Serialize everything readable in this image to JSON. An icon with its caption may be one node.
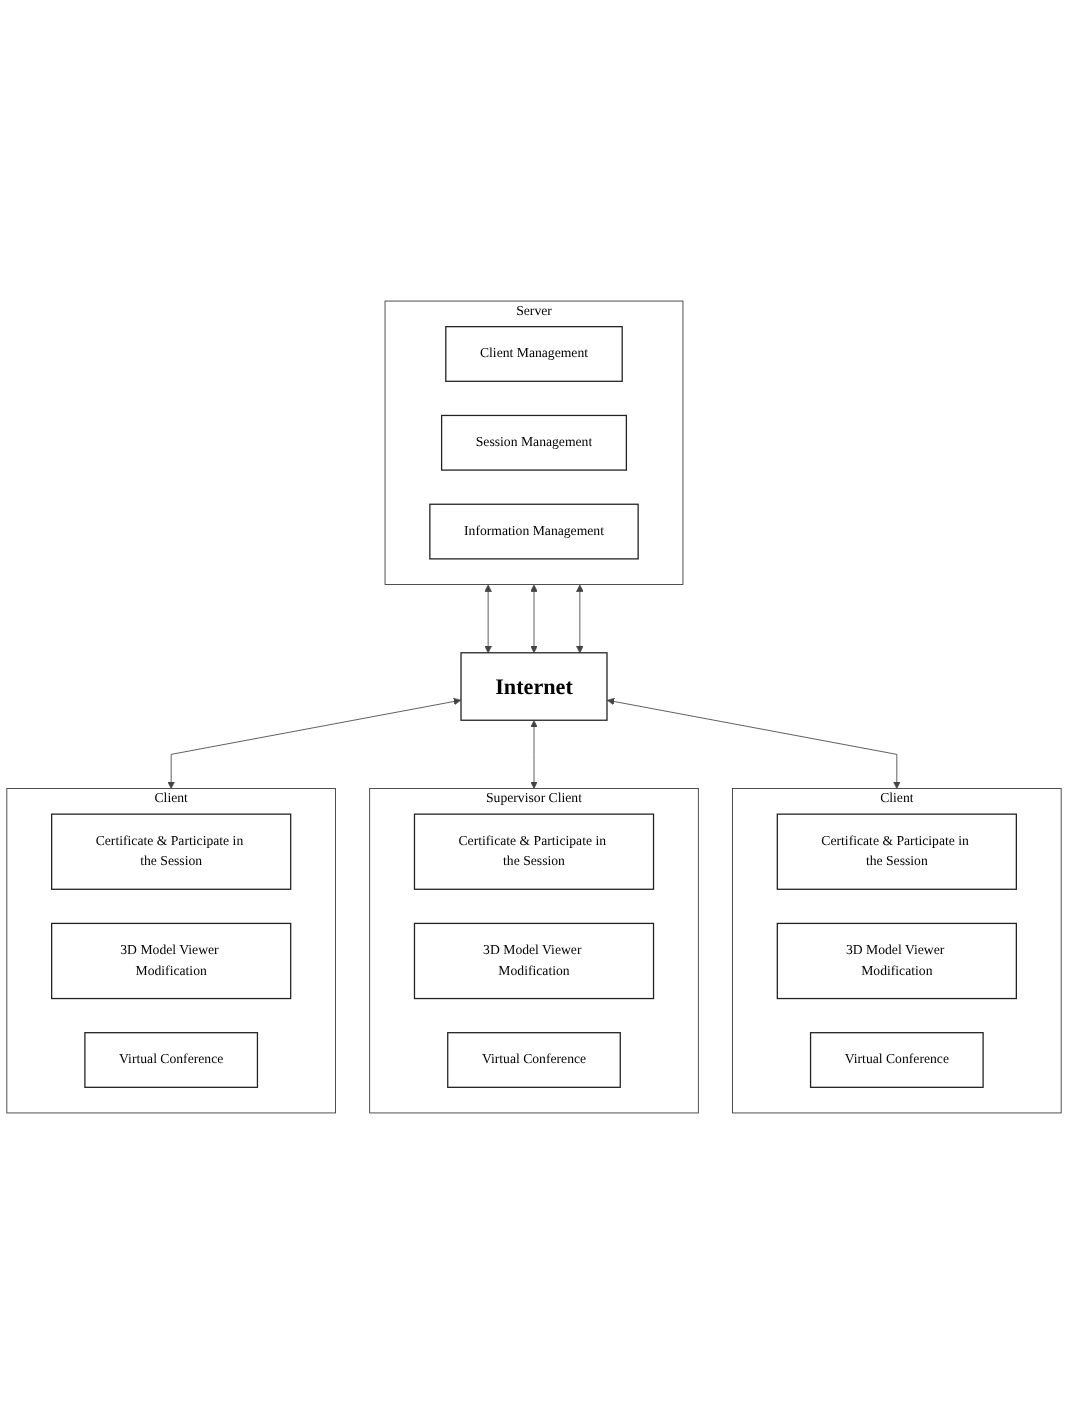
{
  "diagram": {
    "nodes": [
      {
        "text": [
          "Server"
        ]
      },
      {
        "text": [
          "Client Management"
        ],
        "in": 0
      },
      {
        "text": [
          "Session Management"
        ],
        "in": 0
      },
      {
        "text": [
          "Information Management"
        ],
        "in": 0
      },
      {
        "text": [
          "Internet"
        ]
      },
      {
        "text": [
          "Client"
        ]
      },
      {
        "text": [
          "Certificate & Participate in the Session"
        ],
        "in": 5
      },
      {
        "text": [
          "3D Model Viewer Modification"
        ],
        "in": 5
      },
      {
        "text": [
          "Virtual Conference"
        ],
        "in": 5
      },
      {
        "text": [
          "Supervisor Client"
        ]
      },
      {
        "text": [
          "Certificate & Participate in the Session"
        ],
        "in": 9
      },
      {
        "text": [
          "3D Model Viewer Modification"
        ],
        "in": 9
      },
      {
        "text": [
          "Virtual Conference"
        ],
        "in": 9
      },
      {
        "text": [
          "Client"
        ]
      },
      {
        "text": [
          "Certificate & Participate in the Session"
        ],
        "in": 13
      },
      {
        "text": [
          "3D Model Viewer Modification"
        ],
        "in": 13
      },
      {
        "text": [
          "Virtual Conference"
        ],
        "in": 13
      }
    ],
    "edges": [
      {
        "from": 0,
        "to": 4,
        "arrow": "both"
      },
      {
        "from": 4,
        "to": 13,
        "arrow": "both"
      },
      {
        "from": 0,
        "to": 4,
        "arrow": "both"
      },
      {
        "from": 4,
        "to": 9,
        "arrow": "both"
      },
      {
        "from": 0,
        "to": 4,
        "arrow": "both"
      },
      {
        "from": 4,
        "to": 5,
        "arrow": "both"
      }
    ]
  }
}
